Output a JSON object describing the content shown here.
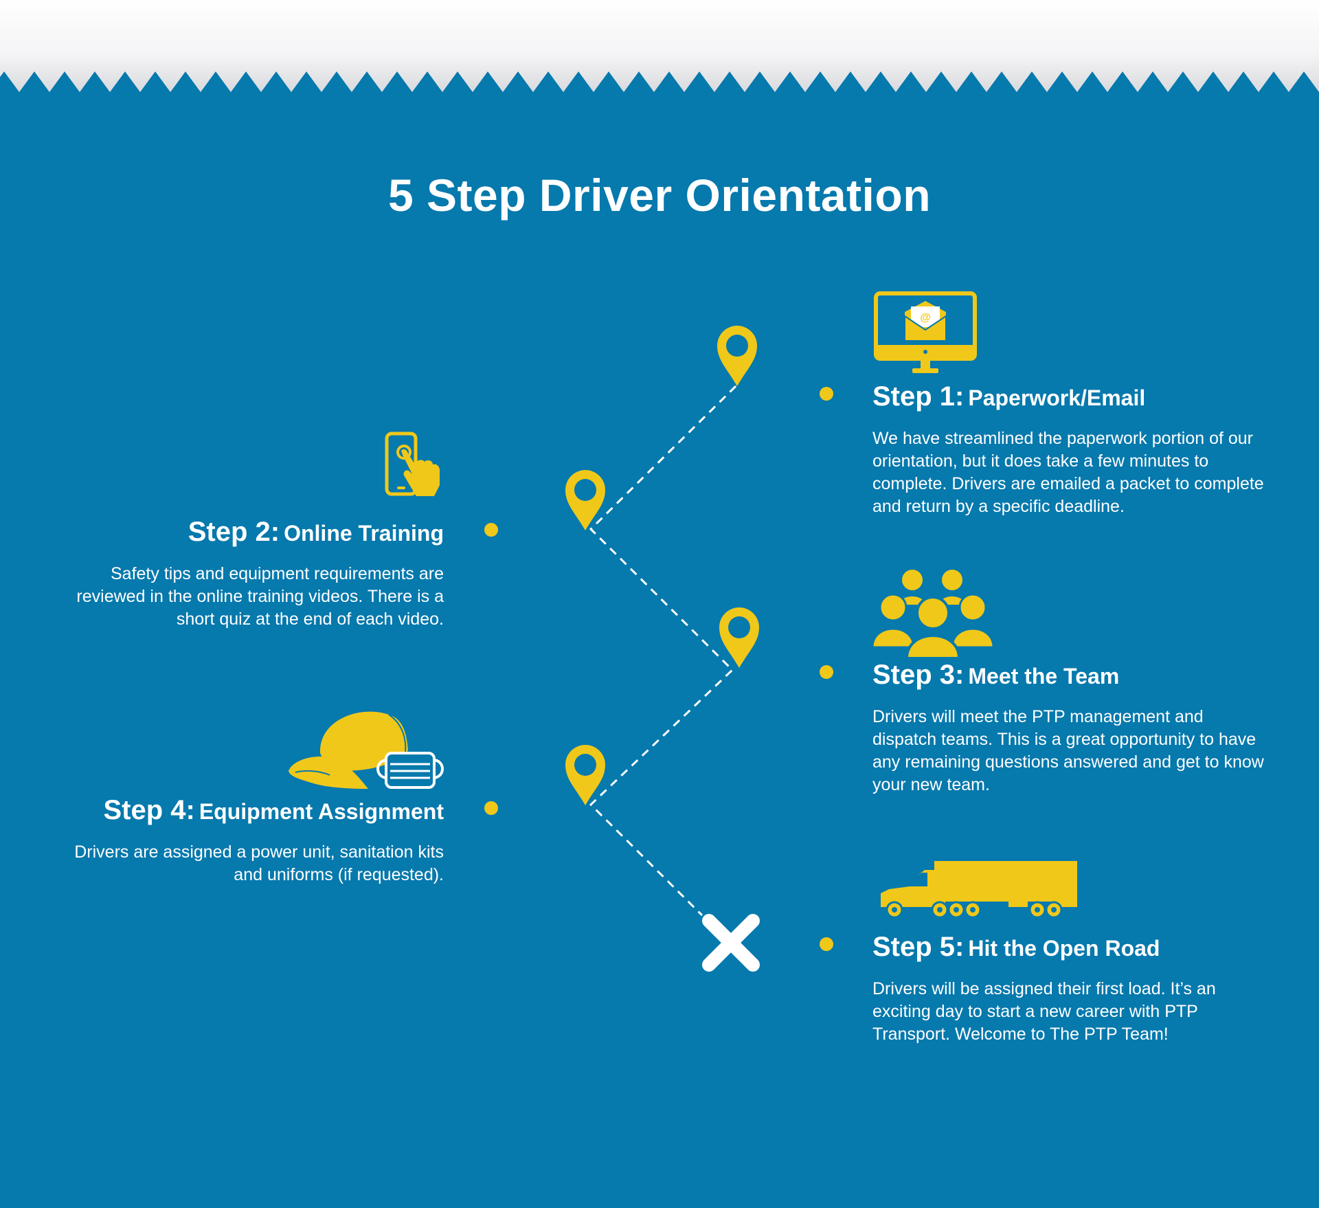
{
  "page": {
    "title": "5 Step Driver Orientation"
  },
  "colors": {
    "background": "#0679ad",
    "accent": "#f0c81a",
    "text": "#ffffff",
    "top_band": "#ffffff"
  },
  "steps": [
    {
      "number": "Step 1:",
      "name": "Paperwork/Email",
      "description": "We have streamlined the paperwork portion of our orientation, but it does take a few minutes to complete. Drivers are emailed a packet to complete and return by a specific deadline.",
      "icon": "monitor-email-icon"
    },
    {
      "number": "Step 2:",
      "name": "Online Training",
      "description": "Safety tips and equipment requirements are reviewed in the online training videos. There is a short quiz at the end of each video.",
      "icon": "phone-tap-icon"
    },
    {
      "number": "Step 3:",
      "name": "Meet the Team",
      "description": "Drivers will meet the PTP management and dispatch teams. This is a great opportunity to have any remaining questions answered and get to know your new team.",
      "icon": "team-icon"
    },
    {
      "number": "Step 4:",
      "name": "Equipment Assignment",
      "description": "Drivers are assigned a power unit, sanitation kits and uniforms (if requested).",
      "icon": "cap-and-mask-icon"
    },
    {
      "number": "Step 5:",
      "name": "Hit the Open Road",
      "description": "Drivers will be assigned their first load. It’s an exciting day to start a new career with PTP Transport. Welcome to The PTP Team!",
      "icon": "truck-icon"
    }
  ]
}
